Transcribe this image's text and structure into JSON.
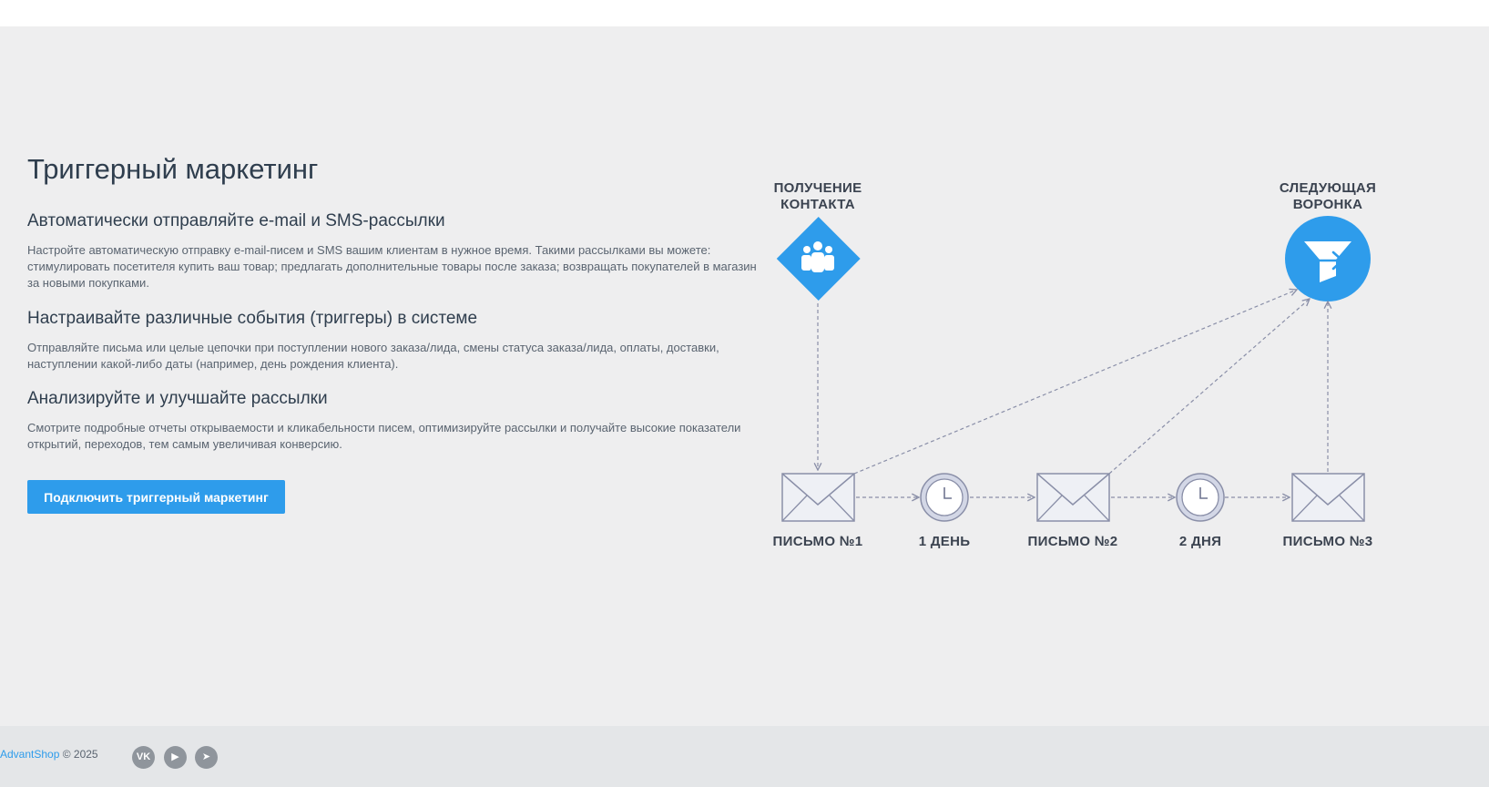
{
  "title": "Триггерный маркетинг",
  "features": [
    {
      "heading": "Автоматически отправляйте e-mail и SMS-рассылки",
      "text": "Настройте автоматическую отправку e-mail-писем и SMS вашим клиентам в нужное время. Такими рассылками вы можете: стимулировать посетителя купить ваш товар; предлагать дополнительные товары после заказа; возвращать покупателей в магазин за новыми покупками."
    },
    {
      "heading": "Настраивайте различные события (триггеры) в системе",
      "text": "Отправляйте письма или целые цепочки при поступлении нового заказа/лида, смены статуса заказа/лида, оплаты, доставки, наступлении какой-либо даты (например, день рождения клиента)."
    },
    {
      "heading": "Анализируйте и улучшайте рассылки",
      "text": "Смотрите подробные отчеты открываемости и кликабельности писем, оптимизируйте рассылки и получайте высокие показатели открытий, переходов, тем самым увеличивая конверсию."
    }
  ],
  "cta_label": "Подключить триггерный маркетинг",
  "diagram": {
    "start_label_line1": "ПОЛУЧЕНИЕ",
    "start_label_line2": "КОНТАКТА",
    "end_label_line1": "СЛЕДУЮЩАЯ",
    "end_label_line2": "ВОРОНКА",
    "email1_label": "ПИСЬМО №1",
    "delay1_label": "1 ДЕНЬ",
    "email2_label": "ПИСЬМО №2",
    "delay2_label": "2 ДНЯ",
    "email3_label": "ПИСЬМО №3",
    "accent_color": "#2e9ceb",
    "line_color": "#8a8fa8"
  },
  "footer": {
    "brand": "AdvantShop",
    "copyright": "© 2025",
    "social_icons": [
      "vk-icon",
      "youtube-icon",
      "telegram-icon"
    ]
  }
}
